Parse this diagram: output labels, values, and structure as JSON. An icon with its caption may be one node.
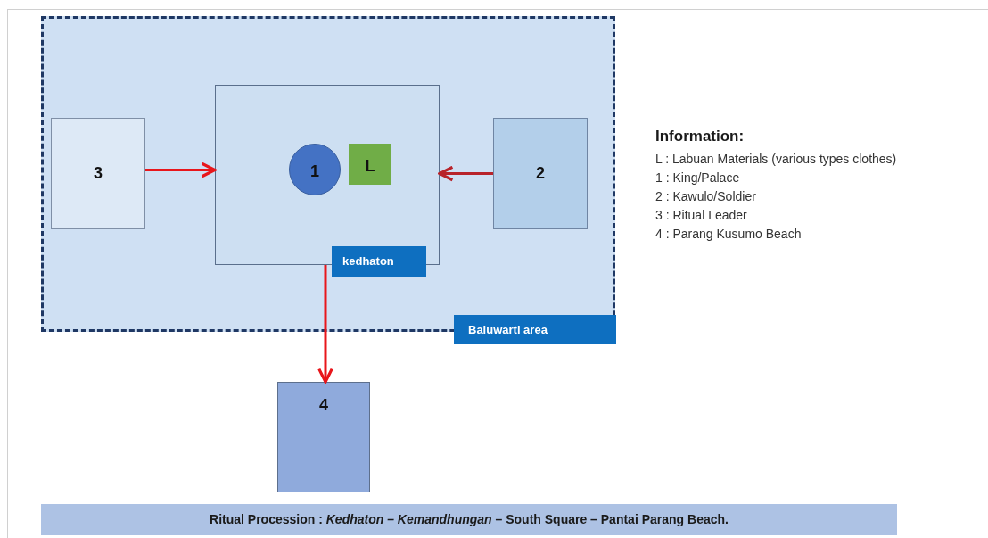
{
  "diagram": {
    "nodes": [
      {
        "text": [
          "Baluwarti area"
        ]
      },
      {
        "text": [
          "kedhaton"
        ],
        "in": 0
      },
      {
        "text": [
          "1"
        ],
        "in": 1
      },
      {
        "text": [
          "L"
        ],
        "in": 1
      },
      {
        "text": [
          "3"
        ],
        "in": 0
      },
      {
        "text": [
          "2"
        ],
        "in": 0
      },
      {
        "text": [
          "4"
        ]
      },
      {
        "text": [
          "Ritual Procession : *Kedhaton – Kemandhungan* – South Square – Pantai Parang Beach."
        ]
      }
    ],
    "edges": [
      {
        "from": 4,
        "to": 1,
        "arrow": "to"
      },
      {
        "from": 5,
        "to": 1,
        "arrow": "to",
        "color": "#b8232a"
      },
      {
        "from": 1,
        "to": 6,
        "arrow": "to"
      }
    ],
    "labels": [
      "Information:",
      "L : Labuan Materials (various types clothes)",
      "1 : King/Palace",
      "2 : Kawulo/Soldier",
      "3 : Ritual Leader",
      "4 : Parang Kusumo Beach"
    ]
  }
}
